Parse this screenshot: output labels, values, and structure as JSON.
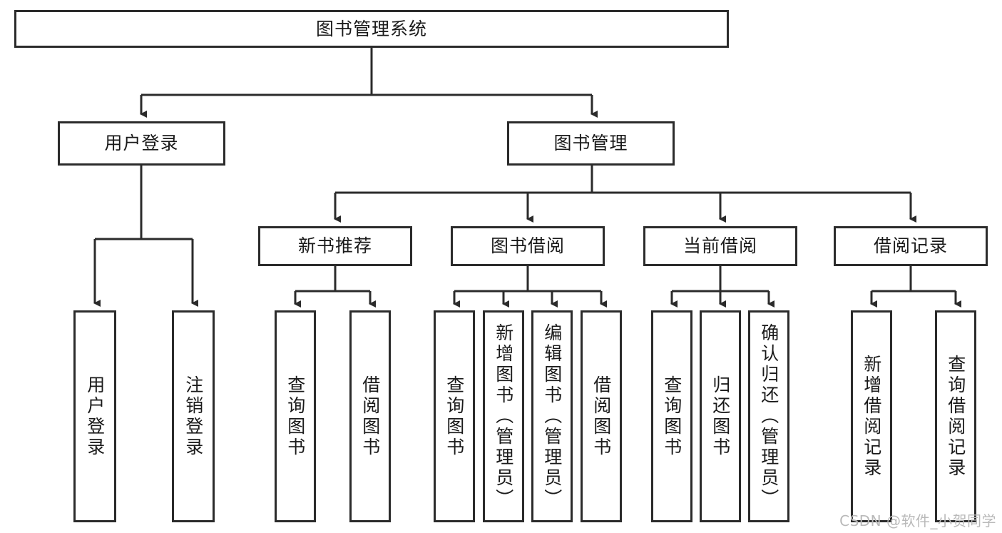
{
  "diagram": {
    "type": "tree-hierarchy-diagram",
    "title": "图书管理系统",
    "theme": {
      "border_color": "#2b2b2b",
      "fill_color": "#ffffff",
      "text_color": "#1a1a1a",
      "edge_color": "#2b2b2b",
      "watermark_color": "#b9b9b9"
    },
    "nodes": {
      "root": {
        "label": "图书管理系统"
      },
      "level2": [
        {
          "label": "用户登录"
        },
        {
          "label": "图书管理"
        }
      ],
      "level3": [
        {
          "label": "新书推荐"
        },
        {
          "label": "图书借阅"
        },
        {
          "label": "当前借阅"
        },
        {
          "label": "借阅记录"
        }
      ],
      "leaves": {
        "user_login": [
          {
            "label": "用户登录"
          },
          {
            "label": "注销登录"
          }
        ],
        "new_book": [
          {
            "label": "查询图书"
          },
          {
            "label": "借阅图书"
          }
        ],
        "book_borrow": [
          {
            "label": "查询图书"
          },
          {
            "label": "新增图书（管理员）"
          },
          {
            "label": "编辑图书（管理员）"
          },
          {
            "label": "借阅图书"
          }
        ],
        "current_borrow": [
          {
            "label": "查询图书"
          },
          {
            "label": "归还图书"
          },
          {
            "label": "确认归还（管理员）"
          }
        ],
        "borrow_record": [
          {
            "label": "新增借阅记录"
          },
          {
            "label": "查询借阅记录"
          }
        ]
      }
    },
    "watermark": "CSDN @软件_小贺同学"
  }
}
